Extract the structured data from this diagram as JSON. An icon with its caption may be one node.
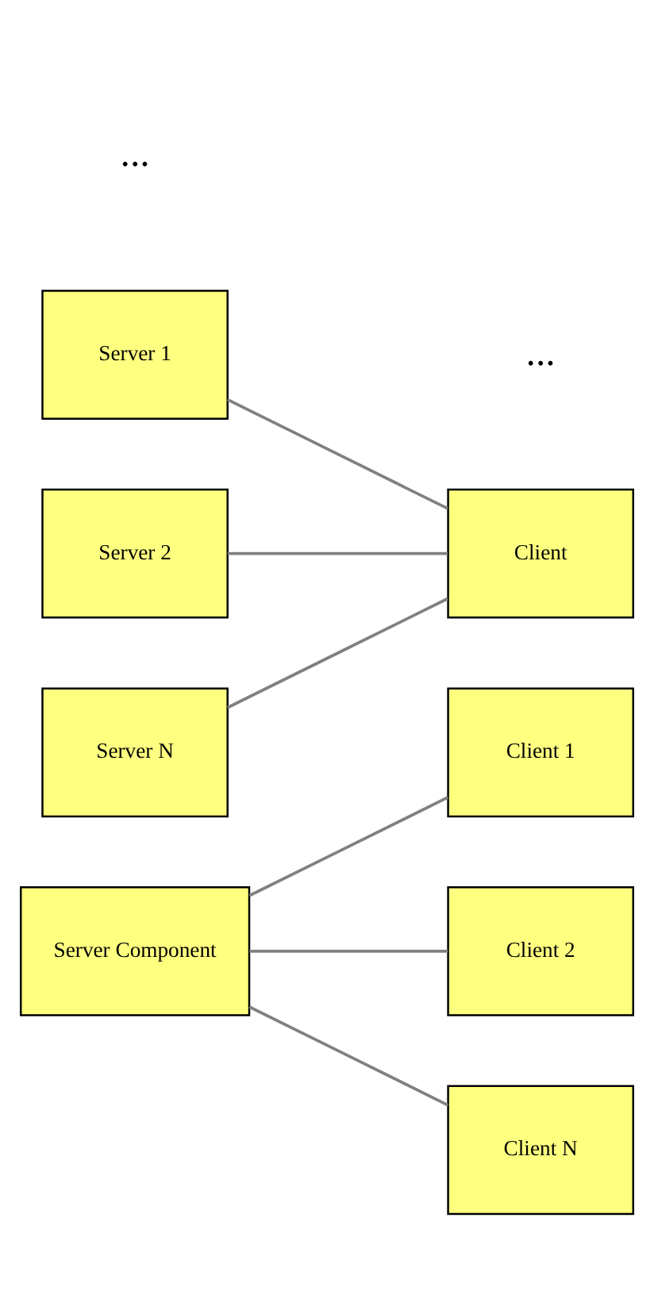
{
  "diagram": {
    "nodes": [
      {
        "text": [
          "Server Component"
        ]
      },
      {
        "text": [
          "Client 1"
        ]
      },
      {
        "text": [
          "Client 2"
        ]
      },
      {
        "text": [
          "Client N"
        ]
      },
      {
        "text": [
          "Server 1"
        ]
      },
      {
        "text": [
          "Server 2"
        ]
      },
      {
        "text": [
          "Server N"
        ]
      },
      {
        "text": [
          "Client"
        ]
      }
    ],
    "edges": [
      {
        "from": 0,
        "to": 1,
        "arrow": "none"
      },
      {
        "from": 0,
        "to": 2,
        "arrow": "none"
      },
      {
        "from": 0,
        "to": 3,
        "arrow": "none"
      },
      {
        "from": 4,
        "to": 7,
        "arrow": "none"
      },
      {
        "from": 5,
        "to": 7,
        "arrow": "none"
      },
      {
        "from": 6,
        "to": 7,
        "arrow": "none"
      }
    ],
    "labels": [
      "...",
      "..."
    ]
  }
}
